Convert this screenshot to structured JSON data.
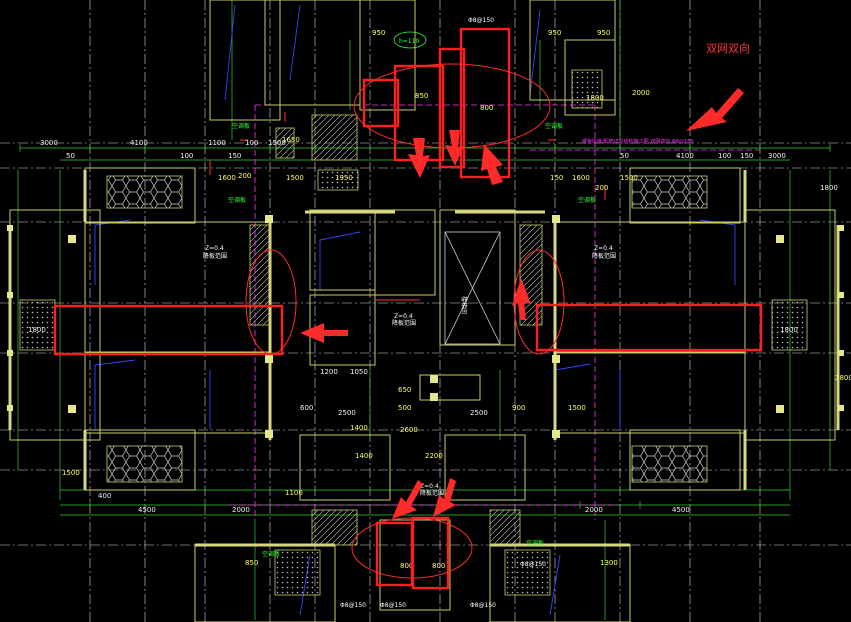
{
  "colors": {
    "background": "#000000",
    "wall": "#cccc66",
    "grid": "#ffffff",
    "dim_line": "#33cc33",
    "beam": "#3344ff",
    "magenta": "#ff33ff",
    "highlight": "#ff2020"
  },
  "annotation": {
    "note": "双网双向",
    "top_label": "h=110"
  },
  "dims_top": [
    "3000",
    "50",
    "4100",
    "100",
    "1100",
    "150",
    "100",
    "1500",
    "50",
    "4100",
    "100",
    "150",
    "3000"
  ],
  "dims_misc": [
    "200",
    "1600",
    "1500",
    "150",
    "1600",
    "1500",
    "200",
    "1650",
    "1800",
    "2000",
    "950",
    "950",
    "950",
    "850",
    "800",
    "1400",
    "2600",
    "1950",
    "2500",
    "2500",
    "1200",
    "1050",
    "650",
    "500",
    "1800",
    "1800",
    "900",
    "600",
    "1100",
    "1400",
    "2200",
    "4500",
    "2000",
    "2000",
    "4500",
    "400",
    "1500",
    "3800",
    "1500",
    "800",
    "800",
    "1800",
    "850",
    "1300"
  ],
  "room_labels": [
    "空调板",
    "空调板",
    "空调板",
    "空调板",
    "空调板",
    "空调板",
    "楼梯间",
    "降板范围",
    "降板范围",
    "降板范围",
    "降板范围"
  ],
  "rebar_labels": [
    "Φ8@150",
    "Φ8@150",
    "Φ8@150",
    "Φ8@150",
    "Φ8@150"
  ],
  "slab_labels": [
    "Z=0.4",
    "Z=0.4",
    "Z=0.4",
    "Z=0.4"
  ],
  "magenta_text": "楼板厚度/配筋详见结构施工图 双网双向 Φ8@150"
}
